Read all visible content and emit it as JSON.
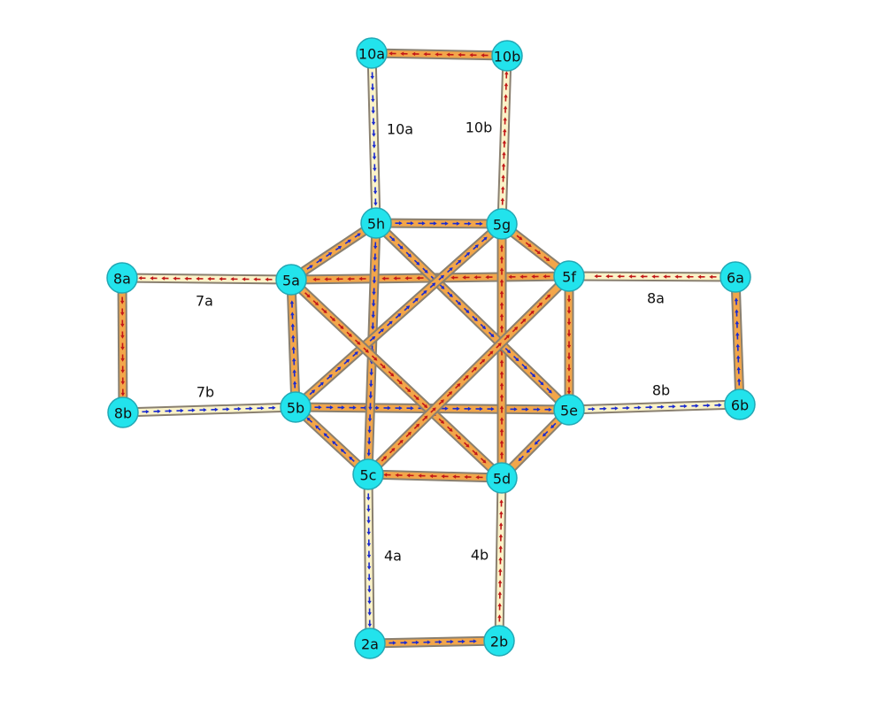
{
  "colors": {
    "node_fill": "#22e3ec",
    "node_stroke": "#22a8b5",
    "edge_dark": "#f2a64a",
    "edge_light": "#fbf3c8",
    "edge_border": "#8a8070",
    "arrow_blue": "#1a2ad0",
    "arrow_red": "#c21818"
  },
  "nodes": [
    {
      "id": "10a",
      "label": "10a"
    },
    {
      "id": "10b",
      "label": "10b"
    },
    {
      "id": "5h",
      "label": "5h"
    },
    {
      "id": "5g",
      "label": "5g"
    },
    {
      "id": "5a",
      "label": "5a"
    },
    {
      "id": "5f",
      "label": "5f"
    },
    {
      "id": "8a",
      "label": "8a"
    },
    {
      "id": "6a",
      "label": "6a"
    },
    {
      "id": "8b",
      "label": "8b"
    },
    {
      "id": "5b",
      "label": "5b"
    },
    {
      "id": "5e",
      "label": "5e"
    },
    {
      "id": "6b",
      "label": "6b"
    },
    {
      "id": "5c",
      "label": "5c"
    },
    {
      "id": "5d",
      "label": "5d"
    },
    {
      "id": "2a",
      "label": "2a"
    },
    {
      "id": "2b",
      "label": "2b"
    }
  ],
  "edges": [
    {
      "from": "10b",
      "to": "10a",
      "style": "dark",
      "arrow": "red"
    },
    {
      "from": "10a",
      "to": "5h",
      "style": "light",
      "arrow": "blue",
      "label": "10a"
    },
    {
      "from": "5g",
      "to": "10b",
      "style": "light",
      "arrow": "red",
      "label": "10b"
    },
    {
      "from": "5h",
      "to": "5g",
      "style": "dark",
      "arrow": "blue"
    },
    {
      "from": "5a",
      "to": "8a",
      "style": "light",
      "arrow": "red",
      "label": "7a"
    },
    {
      "from": "8a",
      "to": "8b",
      "style": "dark",
      "arrow": "red"
    },
    {
      "from": "8b",
      "to": "5b",
      "style": "light",
      "arrow": "blue",
      "label": "7b"
    },
    {
      "from": "6a",
      "to": "5f",
      "style": "light",
      "arrow": "red",
      "label": "8a"
    },
    {
      "from": "6b",
      "to": "6a",
      "style": "dark",
      "arrow": "blue"
    },
    {
      "from": "5e",
      "to": "6b",
      "style": "light",
      "arrow": "blue",
      "label": "8b"
    },
    {
      "from": "5c",
      "to": "2a",
      "style": "light",
      "arrow": "blue",
      "label": "4a"
    },
    {
      "from": "2a",
      "to": "2b",
      "style": "dark",
      "arrow": "blue"
    },
    {
      "from": "2b",
      "to": "5d",
      "style": "light",
      "arrow": "red",
      "label": "4b"
    },
    {
      "from": "5a",
      "to": "5h",
      "style": "dark",
      "arrow": "blue"
    },
    {
      "from": "5g",
      "to": "5f",
      "style": "dark",
      "arrow": "red"
    },
    {
      "from": "5f",
      "to": "5e",
      "style": "dark",
      "arrow": "red"
    },
    {
      "from": "5e",
      "to": "5d",
      "style": "dark",
      "arrow": "blue"
    },
    {
      "from": "5d",
      "to": "5c",
      "style": "dark",
      "arrow": "red"
    },
    {
      "from": "5c",
      "to": "5b",
      "style": "dark",
      "arrow": "blue"
    },
    {
      "from": "5b",
      "to": "5a",
      "style": "dark",
      "arrow": "blue"
    },
    {
      "from": "5f",
      "to": "5a",
      "style": "dark",
      "arrow": "red"
    },
    {
      "from": "5b",
      "to": "5e",
      "style": "dark",
      "arrow": "blue"
    },
    {
      "from": "5h",
      "to": "5c",
      "style": "dark",
      "arrow": "blue"
    },
    {
      "from": "5d",
      "to": "5g",
      "style": "dark",
      "arrow": "red"
    },
    {
      "from": "5h",
      "to": "5e",
      "style": "dark",
      "arrow": "blue"
    },
    {
      "from": "5b",
      "to": "5g",
      "style": "dark",
      "arrow": "blue"
    },
    {
      "from": "5a",
      "to": "5d",
      "style": "dark",
      "arrow": "red"
    },
    {
      "from": "5c",
      "to": "5f",
      "style": "dark",
      "arrow": "red"
    }
  ]
}
